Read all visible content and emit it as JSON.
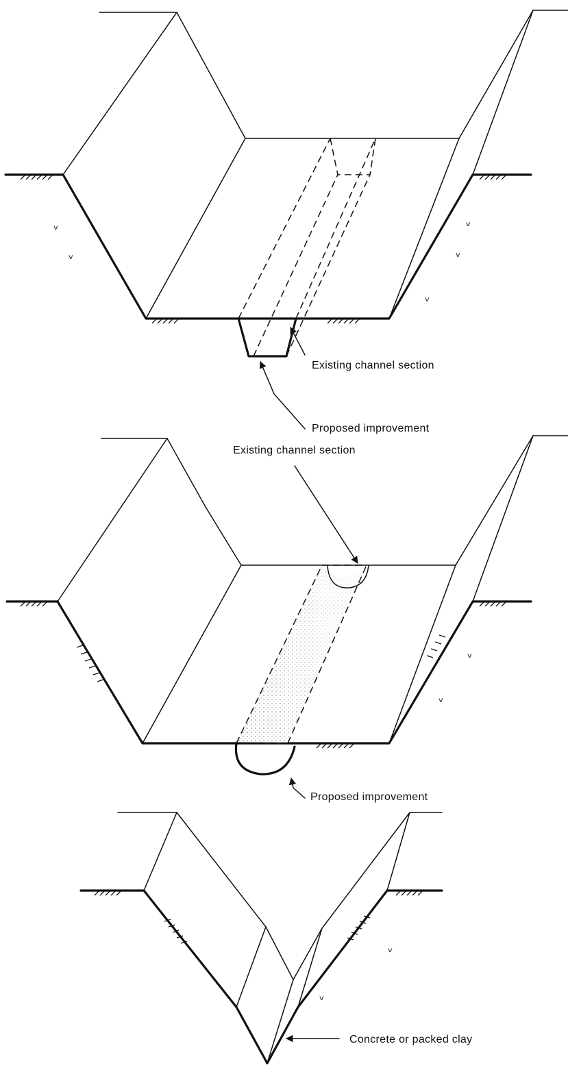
{
  "figure": {
    "top": {
      "label_existing": "Existing channel section",
      "label_proposed": "Proposed improvement"
    },
    "middle": {
      "label_existing": "Existing channel section",
      "label_proposed": "Proposed improvement"
    },
    "bottom": {
      "label_lining": "Concrete or packed clay"
    }
  }
}
